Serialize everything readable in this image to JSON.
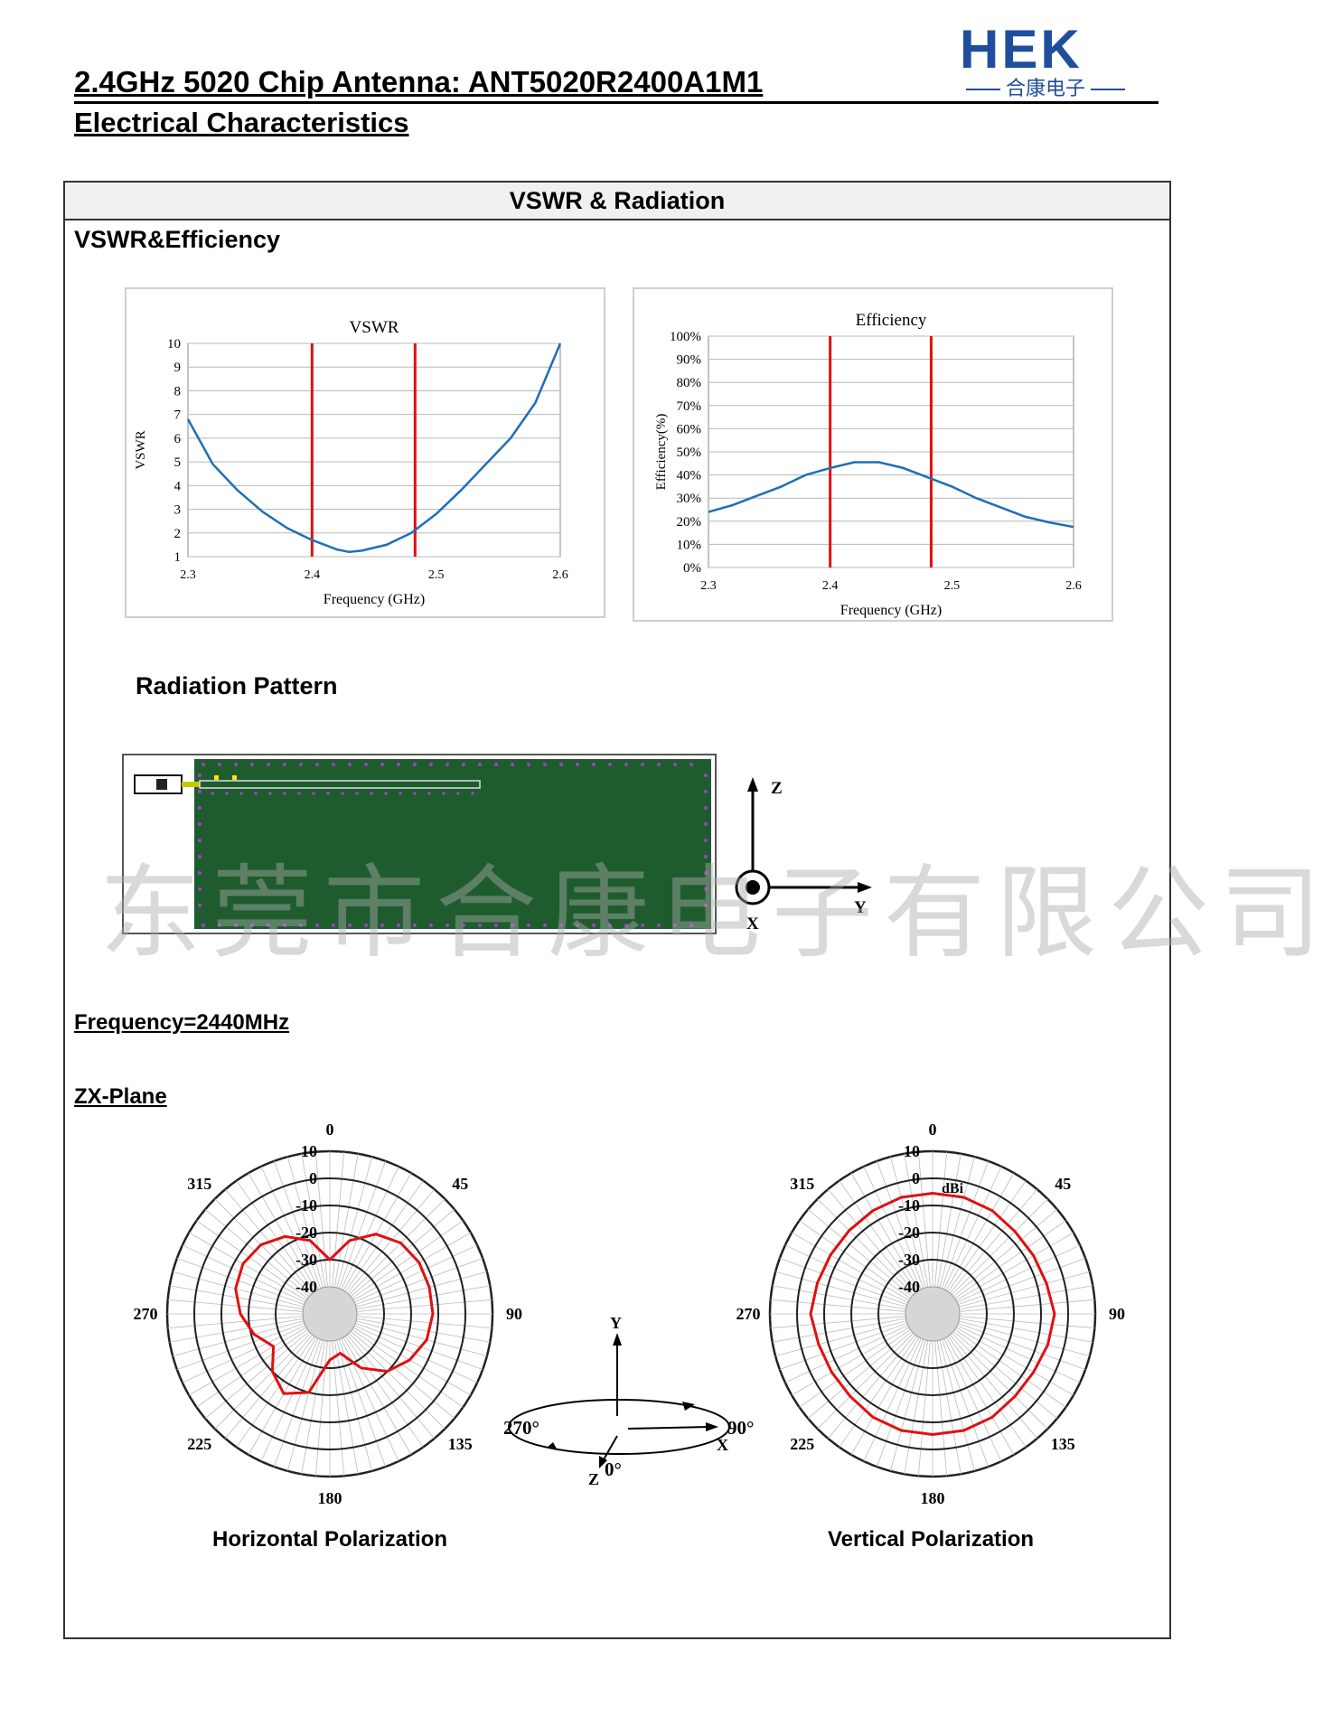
{
  "header": {
    "title": "2.4GHz 5020 Chip Antenna: ANT5020R2400A1M1",
    "subtitle": "Electrical Characteristics",
    "logo_text": "HEK",
    "logo_subtext": "合康电子"
  },
  "section": {
    "heading": "VSWR & Radiation",
    "vswr_eff_label": "VSWR&Efficiency",
    "radiation_label": "Radiation Pattern",
    "frequency_label": "Frequency=2440MHz",
    "plane_label": "ZX-Plane"
  },
  "watermark": "东莞市合康电子有限公司",
  "axes_diagram": {
    "z": "Z",
    "y": "Y",
    "x": "X"
  },
  "rotation_diagram": {
    "y": "Y",
    "x": "X",
    "z": "Z",
    "deg0": "0°",
    "deg90": "90°",
    "deg270": "270°"
  },
  "colors": {
    "curve": "#1f6fb5",
    "marker": "#e01010",
    "pattern": "#e01010",
    "board": "#1e5c2e",
    "logo": "#1f4e9c"
  },
  "chart_data": [
    {
      "type": "line",
      "title": "VSWR",
      "xlabel": "Frequency (GHz)",
      "ylabel": "VSWR",
      "xlim": [
        2.3,
        2.6
      ],
      "ylim": [
        1,
        10
      ],
      "xticks": [
        "2.3",
        "2.4",
        "2.5",
        "2.6"
      ],
      "yticks": [
        "1",
        "2",
        "3",
        "4",
        "5",
        "6",
        "7",
        "8",
        "9",
        "10"
      ],
      "markers": [
        2.4,
        2.483
      ],
      "x": [
        2.3,
        2.32,
        2.34,
        2.36,
        2.38,
        2.4,
        2.42,
        2.43,
        2.44,
        2.46,
        2.48,
        2.5,
        2.52,
        2.54,
        2.56,
        2.58,
        2.6
      ],
      "y": [
        6.8,
        4.9,
        3.8,
        2.9,
        2.2,
        1.7,
        1.3,
        1.2,
        1.25,
        1.5,
        2.0,
        2.8,
        3.8,
        4.9,
        6.0,
        7.5,
        10.0
      ]
    },
    {
      "type": "line",
      "title": "Efficiency",
      "xlabel": "Frequency (GHz)",
      "ylabel": "Efficiency(%)",
      "xlim": [
        2.3,
        2.6
      ],
      "ylim": [
        0,
        100
      ],
      "xticks": [
        "2.3",
        "2.4",
        "2.5",
        "2.6"
      ],
      "yticks": [
        "0%",
        "10%",
        "20%",
        "30%",
        "40%",
        "50%",
        "60%",
        "70%",
        "80%",
        "90%",
        "100%"
      ],
      "markers": [
        2.4,
        2.483
      ],
      "x": [
        2.3,
        2.32,
        2.34,
        2.36,
        2.38,
        2.4,
        2.42,
        2.44,
        2.46,
        2.48,
        2.5,
        2.52,
        2.54,
        2.56,
        2.58,
        2.6
      ],
      "y": [
        24,
        27,
        31,
        35,
        40,
        43,
        45.5,
        45.5,
        43,
        39,
        35,
        30,
        26,
        22,
        19.5,
        17.5
      ]
    },
    {
      "type": "polar",
      "title": "Horizontal Polarization",
      "unit": "",
      "rlim": [
        -50,
        10
      ],
      "ring_labels": [
        "10",
        "0",
        "-10",
        "-20",
        "-30",
        "-40"
      ],
      "angle_labels": [
        "0",
        "45",
        "90",
        "135",
        "180",
        "225",
        "270",
        "315"
      ],
      "theta": [
        0,
        15,
        30,
        45,
        60,
        75,
        90,
        105,
        120,
        135,
        150,
        165,
        180,
        195,
        210,
        225,
        240,
        255,
        270,
        285,
        300,
        315,
        330,
        345,
        360
      ],
      "r": [
        -30,
        -22,
        -16,
        -13,
        -12,
        -12,
        -12,
        -13,
        -16,
        -20,
        -27,
        -35,
        -33,
        -20,
        -16,
        -20,
        -26,
        -21,
        -17,
        -14,
        -13,
        -14,
        -17,
        -22,
        -30
      ]
    },
    {
      "type": "polar",
      "title": "Vertical Polarization",
      "unit": "dBi",
      "rlim": [
        -50,
        10
      ],
      "ring_labels": [
        "10",
        "0",
        "-10",
        "-20",
        "-30",
        "-40"
      ],
      "angle_labels": [
        "0",
        "45",
        "90",
        "135",
        "180",
        "225",
        "270",
        "315"
      ],
      "theta": [
        0,
        15,
        30,
        45,
        60,
        75,
        90,
        105,
        120,
        135,
        150,
        165,
        180,
        195,
        210,
        225,
        240,
        255,
        270,
        285,
        300,
        315,
        330,
        345,
        360
      ],
      "r": [
        -5.5,
        -5.5,
        -6,
        -7,
        -7,
        -6.5,
        -5,
        -6,
        -7,
        -7,
        -6,
        -5.5,
        -5.5,
        -5.5,
        -6,
        -7,
        -7,
        -6.5,
        -5,
        -6,
        -6.5,
        -6.5,
        -6,
        -5.5,
        -5.5
      ]
    }
  ]
}
